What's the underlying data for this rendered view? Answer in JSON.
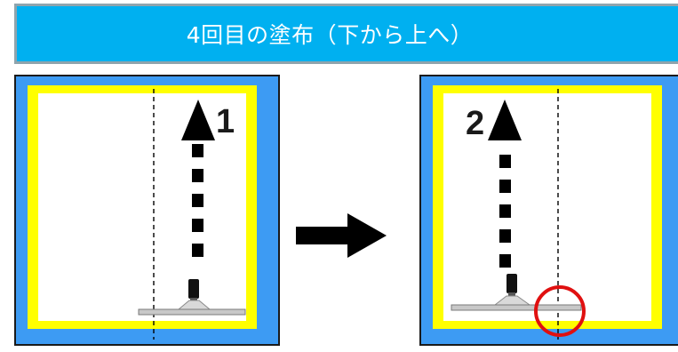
{
  "header": {
    "title": "4回目の塗布（下から上へ）"
  },
  "panels": [
    {
      "step_label": "1"
    },
    {
      "step_label": "2"
    }
  ],
  "colors": {
    "banner": "#00b0f0",
    "frame": "#3d9bf3",
    "tape": "#ffff00",
    "highlight_circle": "#e01010"
  }
}
